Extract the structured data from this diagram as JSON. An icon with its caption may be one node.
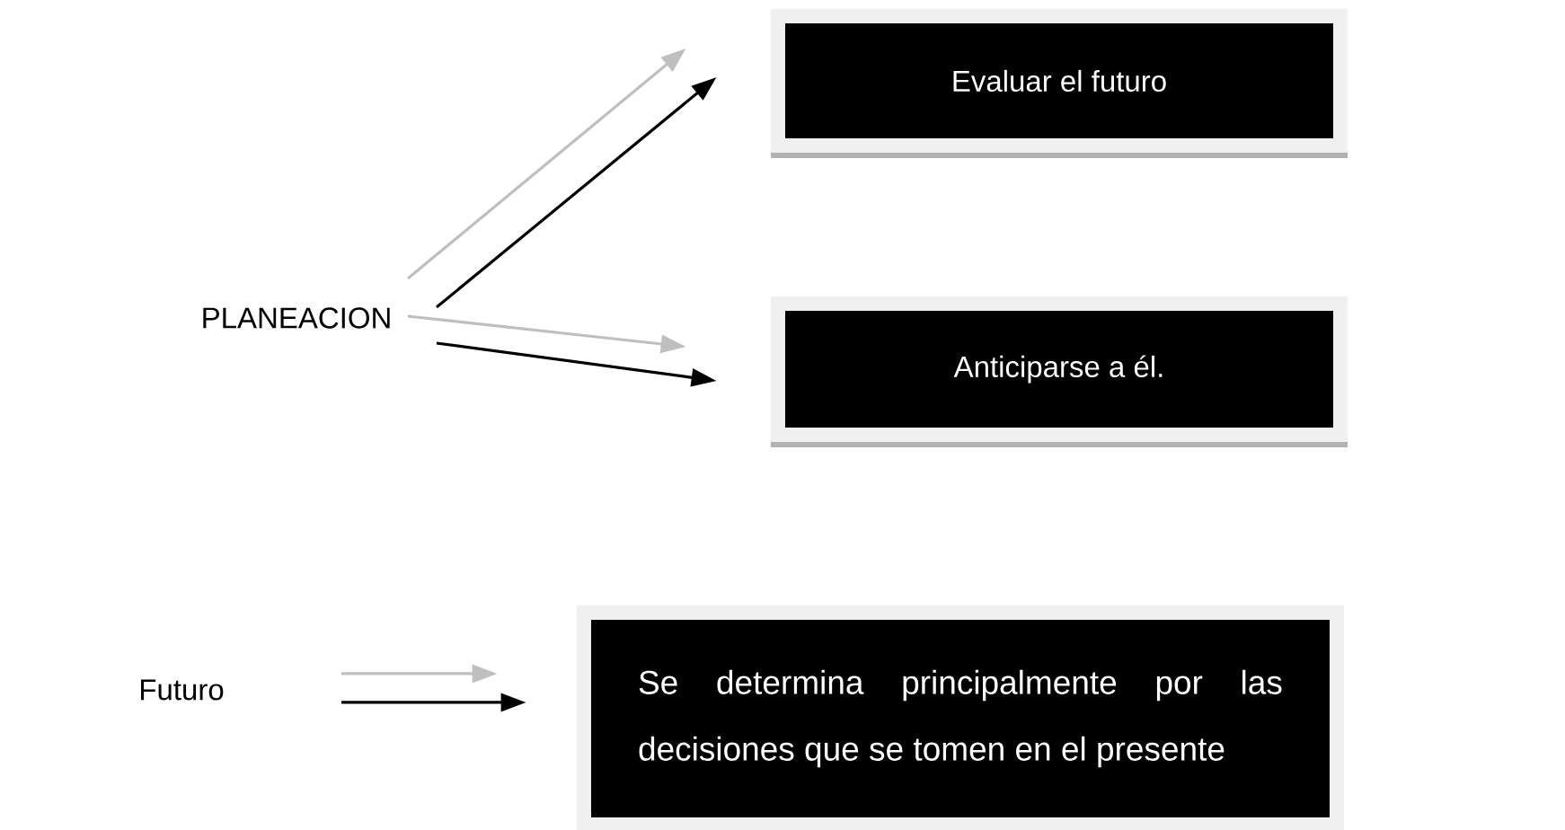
{
  "diagram": {
    "nodes": [
      {
        "text": [
          "PLANEACION"
        ]
      },
      {
        "text": [
          "Evaluar el futuro"
        ]
      },
      {
        "text": [
          "Anticiparse a él."
        ]
      },
      {
        "text": [
          "Futuro"
        ]
      },
      {
        "text": [
          "Se determina principalmente por las decisiones que se tomen en el presente"
        ]
      }
    ],
    "edges": [
      {
        "from": 0,
        "to": 1,
        "arrow": "to",
        "color": "#bfbfbf"
      },
      {
        "from": 0,
        "to": 1,
        "arrow": "to",
        "color": "#000000"
      },
      {
        "from": 0,
        "to": 2,
        "arrow": "to",
        "color": "#bfbfbf"
      },
      {
        "from": 0,
        "to": 2,
        "arrow": "to",
        "color": "#000000"
      },
      {
        "from": 3,
        "to": 4,
        "arrow": "to",
        "color": "#bfbfbf"
      },
      {
        "from": 3,
        "to": 4,
        "arrow": "to",
        "color": "#000000"
      }
    ]
  }
}
